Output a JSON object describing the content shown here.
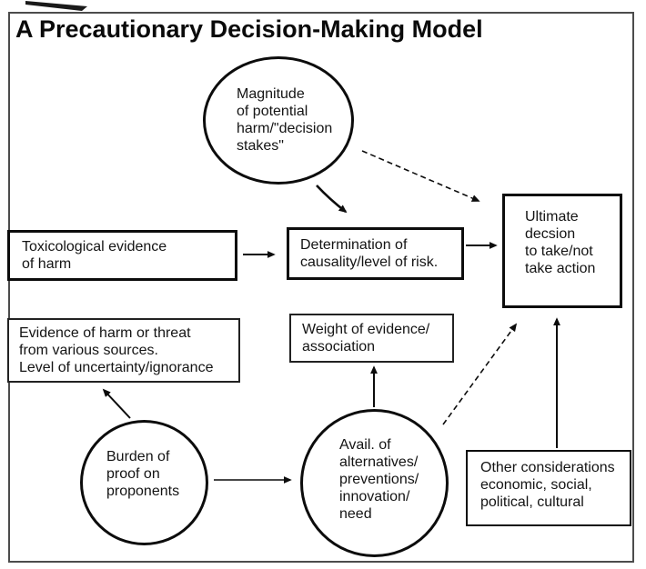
{
  "title": "A Precautionary Decision-Making Model",
  "colors": {
    "ink": "#111111",
    "node_border": "#0c0c0c",
    "outer_border": "#4c4c4c",
    "background": "#ffffff"
  },
  "nodes": {
    "magnitude": {
      "shape": "ellipse",
      "label": "Magnitude\nof potential\nharm/\"decision\nstakes\""
    },
    "toxicological": {
      "shape": "rect",
      "label": "Toxicological evidence\nof harm"
    },
    "determination": {
      "shape": "rect",
      "label": "Determination of\ncausality/level of risk."
    },
    "ultimate": {
      "shape": "rect",
      "label": "Ultimate\ndecsion\nto take/not\ntake action"
    },
    "evidence": {
      "shape": "rect",
      "label": "Evidence of harm or threat\nfrom various sources.\nLevel of uncertainty/ignorance"
    },
    "weight": {
      "shape": "rect",
      "label": "Weight of evidence/\nassociation"
    },
    "burden": {
      "shape": "ellipse",
      "label": "Burden of\nproof on\nproponents"
    },
    "alternatives": {
      "shape": "ellipse",
      "label": "Avail. of\nalternatives/\npreventions/\ninnovation/\nneed"
    },
    "other": {
      "shape": "rect",
      "label": "Other considerations\neconomic, social,\npolitical, cultural"
    }
  },
  "edges": [
    {
      "from": "magnitude",
      "to": "determination",
      "style": "solid"
    },
    {
      "from": "magnitude",
      "to": "ultimate",
      "style": "dashed"
    },
    {
      "from": "toxicological",
      "to": "determination",
      "style": "solid"
    },
    {
      "from": "determination",
      "to": "ultimate",
      "style": "solid"
    },
    {
      "from": "burden",
      "to": "evidence",
      "style": "solid"
    },
    {
      "from": "burden",
      "to": "alternatives",
      "style": "solid"
    },
    {
      "from": "alternatives",
      "to": "weight",
      "style": "solid"
    },
    {
      "from": "alternatives",
      "to": "ultimate",
      "style": "dashed"
    },
    {
      "from": "other",
      "to": "ultimate",
      "style": "solid"
    }
  ]
}
